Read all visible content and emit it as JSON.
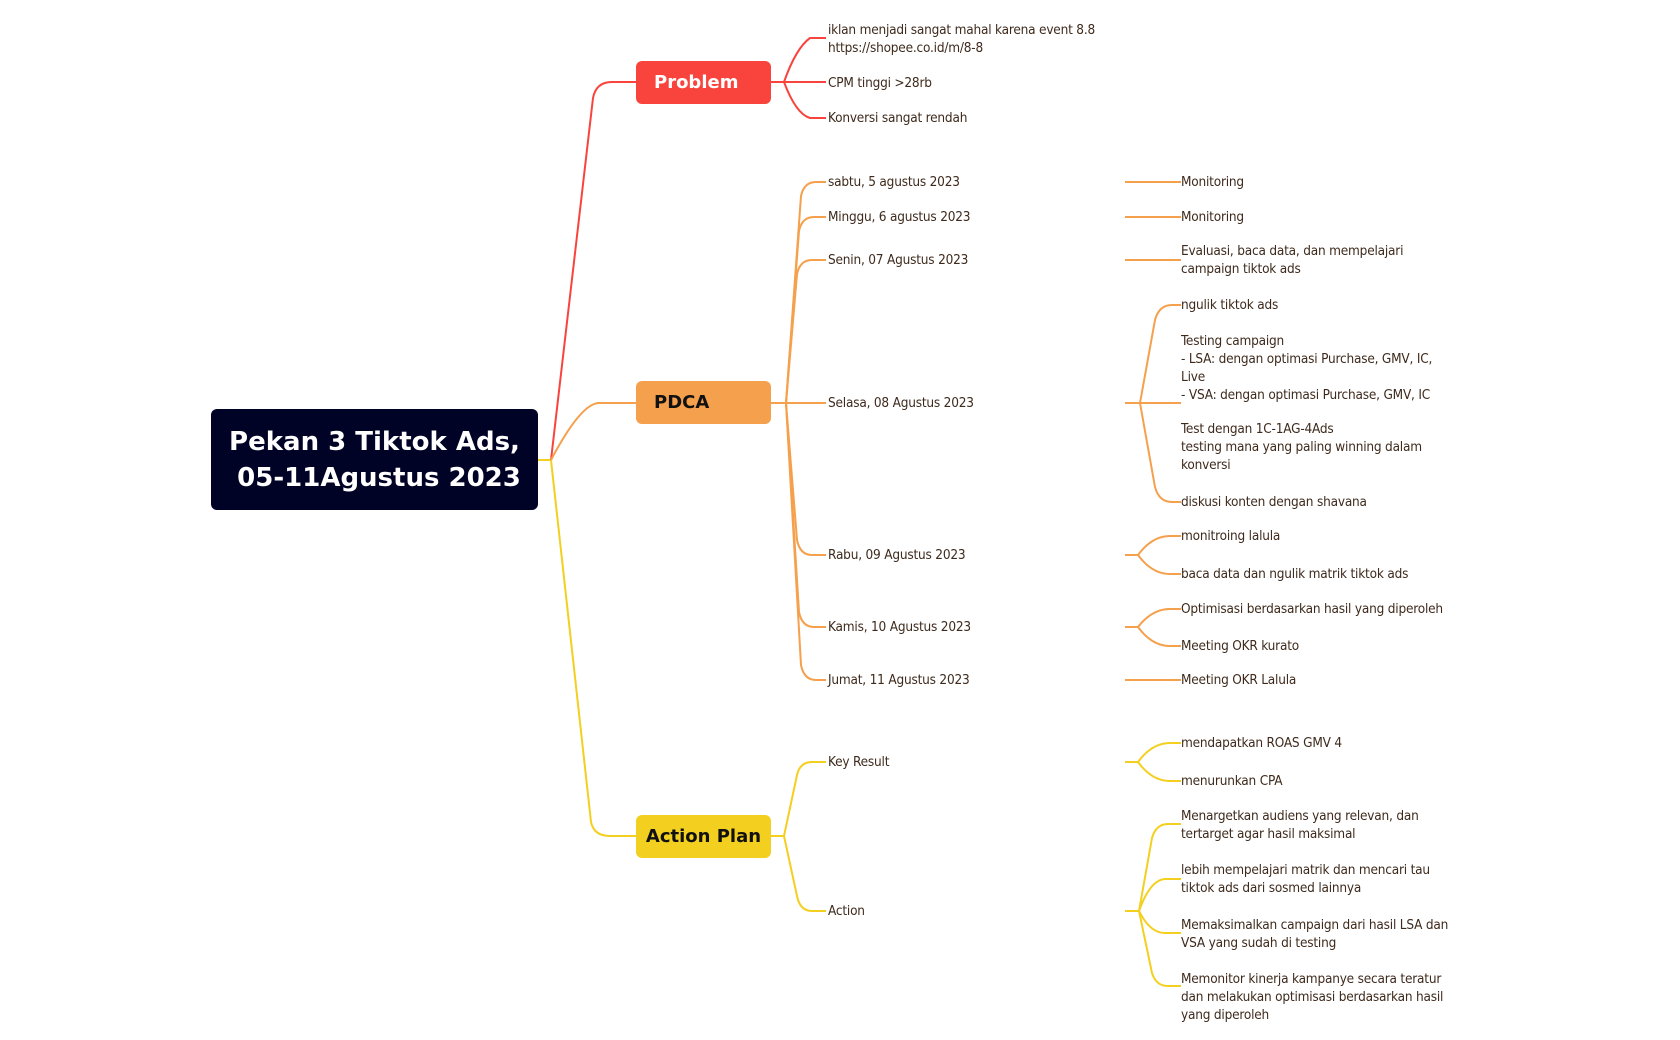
{
  "root": {
    "label": "Pekan 3 Tiktok Ads,\n 05-11Agustus 2023",
    "color": "#000226"
  },
  "colors": {
    "problem": "#F9443D",
    "pdca": "#F5A04C",
    "action_plan": "#F3D020",
    "text": "#3e2a1c"
  },
  "branches": {
    "problem": {
      "label": "Problem",
      "children": [
        {
          "label": "iklan menjadi sangat mahal karena event 8.8\nhttps://shopee.co.id/m/8-8"
        },
        {
          "label": "CPM tinggi >28rb"
        },
        {
          "label": "Konversi sangat rendah"
        }
      ]
    },
    "pdca": {
      "label": "PDCA",
      "children": [
        {
          "label": "sabtu, 5 agustus 2023",
          "items": [
            "Monitoring"
          ]
        },
        {
          "label": "Minggu, 6 agustus 2023",
          "items": [
            "Monitoring"
          ]
        },
        {
          "label": "Senin, 07 Agustus 2023",
          "items": [
            "Evaluasi, baca data, dan mempelajari\ncampaign tiktok ads"
          ]
        },
        {
          "label": "Selasa, 08 Agustus 2023",
          "items": [
            "ngulik tiktok ads",
            "Testing campaign\n- LSA: dengan optimasi Purchase, GMV, IC,\nLive\n- VSA: dengan optimasi Purchase, GMV, IC",
            "Test dengan 1C-1AG-4Ads\ntesting mana yang paling winning dalam\nkonversi",
            "diskusi konten dengan shavana"
          ]
        },
        {
          "label": "Rabu, 09 Agustus 2023",
          "items": [
            "monitroing lalula",
            "baca data dan ngulik matrik tiktok ads"
          ]
        },
        {
          "label": "Kamis, 10 Agustus 2023",
          "items": [
            "Optimisasi berdasarkan hasil yang diperoleh",
            "Meeting OKR kurato"
          ]
        },
        {
          "label": "Jumat, 11 Agustus 2023",
          "items": [
            "Meeting OKR Lalula"
          ]
        }
      ]
    },
    "action_plan": {
      "label": "Action Plan",
      "children": [
        {
          "label": "Key Result",
          "items": [
            "mendapatkan ROAS GMV 4",
            "menurunkan CPA"
          ]
        },
        {
          "label": "Action",
          "items": [
            "Menargetkan audiens yang relevan, dan\ntertarget agar hasil maksimal",
            "lebih mempelajari matrik dan mencari tau\ntiktok ads dari sosmed lainnya",
            "Memaksimalkan campaign dari hasil LSA dan\nVSA yang sudah di testing",
            "Memonitor kinerja kampanye secara teratur\ndan melakukan optimisasi berdasarkan hasil\nyang diperoleh"
          ]
        }
      ]
    }
  }
}
